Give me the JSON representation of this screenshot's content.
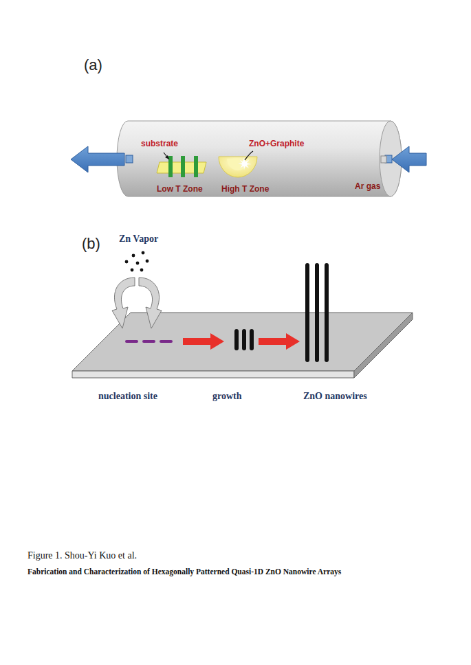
{
  "diagram": {
    "caption": "Figure 1. Shou-Yi Kuo et al.",
    "labels": [
      "(a)",
      "substrate",
      "ZnO+Graphite",
      "Low T Zone",
      "High T Zone",
      "Ar gas",
      "(b)",
      "Zn Vapor",
      "nucleation site",
      "growth",
      "ZnO nanowires",
      "Fabrication and Characterization of Hexagonally Patterned Quasi-1D ZnO Nanowire Arrays"
    ]
  }
}
